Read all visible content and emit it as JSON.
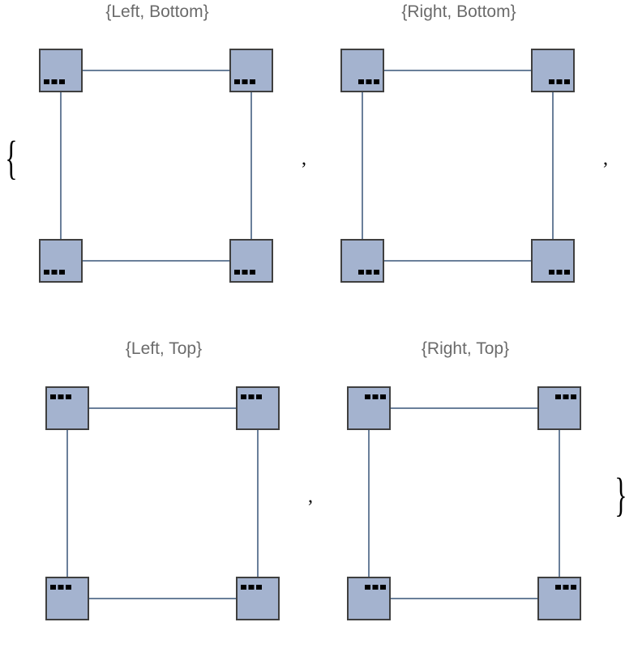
{
  "brackets": {
    "open": "{",
    "close": "}",
    "separator": ","
  },
  "colors": {
    "node_fill": "#a4b3cf",
    "node_border": "#3f3f3f",
    "edge": "#6a7f9a",
    "title": "#6b6b6b"
  },
  "panels": [
    {
      "title": "{Left, Bottom}",
      "ellipsis_vertical": "bottom",
      "ellipsis_horizontal": "left"
    },
    {
      "title": "{Right, Bottom}",
      "ellipsis_vertical": "bottom",
      "ellipsis_horizontal": "right"
    },
    {
      "title": "{Left, Top}",
      "ellipsis_vertical": "top",
      "ellipsis_horizontal": "left"
    },
    {
      "title": "{Right, Top}",
      "ellipsis_vertical": "top",
      "ellipsis_horizontal": "right"
    }
  ],
  "graph": {
    "nodes": [
      "top-left",
      "top-right",
      "bottom-left",
      "bottom-right"
    ],
    "edges": [
      [
        "top-left",
        "top-right"
      ],
      [
        "top-right",
        "bottom-right"
      ],
      [
        "bottom-right",
        "bottom-left"
      ],
      [
        "bottom-left",
        "top-left"
      ]
    ]
  }
}
